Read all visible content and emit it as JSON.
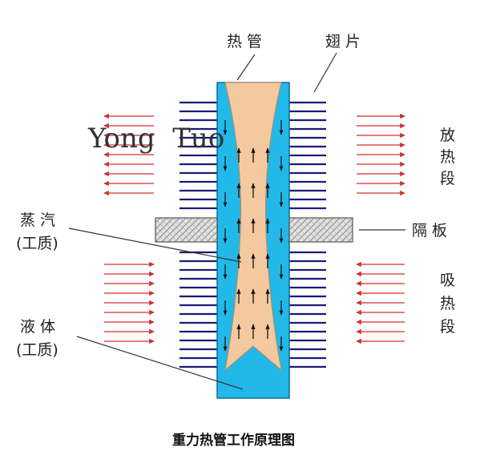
{
  "labels": {
    "heat_pipe": "热 管",
    "fins": "翅 片",
    "release_section": [
      "放",
      "热",
      "段"
    ],
    "partition": "隔 板",
    "absorb_section": [
      "吸",
      "热",
      "段"
    ],
    "vapor": [
      "蒸 汽",
      "(工质)"
    ],
    "liquid": [
      "液 体",
      "(工质)"
    ]
  },
  "watermark": "Yong  Tuo",
  "caption": "重力热管工作原理图",
  "colors": {
    "pipe_wall": "#22b8e8",
    "vapor_core": "#f5c9a0",
    "fin": "#1a1a7a",
    "heat_arrow": "#d32f2f",
    "partition": "#c8c8c8"
  }
}
